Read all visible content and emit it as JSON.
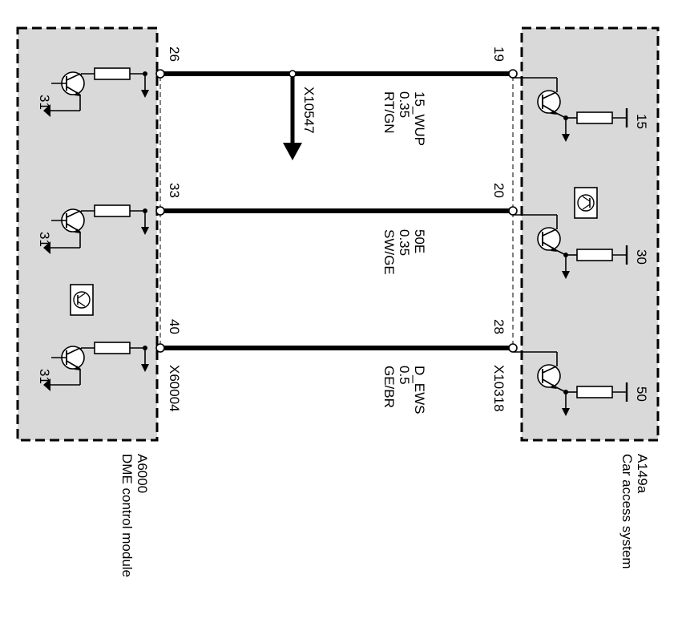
{
  "modules": {
    "dme": {
      "id": "A6000",
      "name": "DME control module",
      "ground_label": "31",
      "connector": "X60004"
    },
    "cas": {
      "id": "A149a",
      "name": "Car access system",
      "connector": "X10318"
    }
  },
  "wires": [
    {
      "dme_pin": "26",
      "cas_pin": "19",
      "signal": "15_WUP",
      "size": "0.35",
      "color": "RT/GN",
      "cas_supply": "15"
    },
    {
      "dme_pin": "33",
      "cas_pin": "20",
      "signal": "50E",
      "size": "0.35",
      "color": "SW/GE",
      "cas_supply": "30"
    },
    {
      "dme_pin": "40",
      "cas_pin": "28",
      "signal": "D_EWS",
      "size": "0.5",
      "color": "GE/BR",
      "cas_supply": "50"
    }
  ],
  "splice": {
    "label": "X10547"
  }
}
